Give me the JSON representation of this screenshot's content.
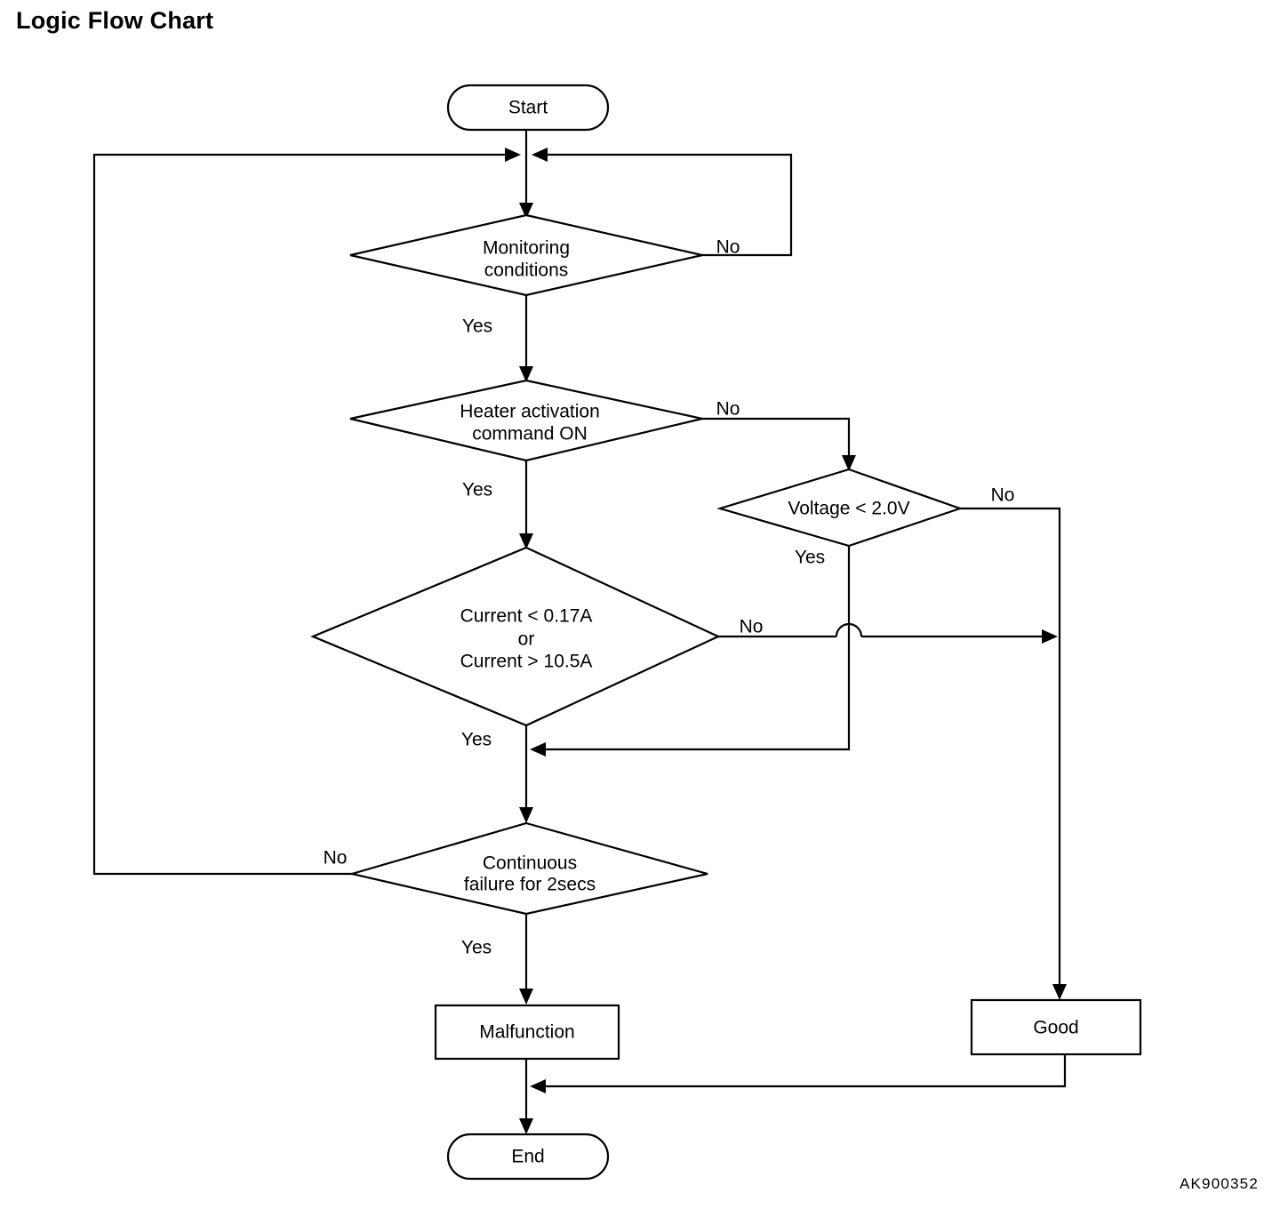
{
  "page": {
    "title": "Logic Flow Chart",
    "figure_id": "AK900352",
    "background_color": "#ffffff",
    "line_color": "#000000"
  },
  "chart_data": {
    "type": "diagram",
    "diagram_kind": "flowchart",
    "title": "Logic Flow Chart",
    "nodes": [
      {
        "id": "start",
        "shape": "terminator",
        "label": "Start"
      },
      {
        "id": "monitoring",
        "shape": "decision",
        "label": "Monitoring conditions",
        "lines": [
          "Monitoring",
          "conditions"
        ]
      },
      {
        "id": "heater",
        "shape": "decision",
        "label": "Heater activation command ON",
        "lines": [
          "Heater activation",
          "command ON"
        ]
      },
      {
        "id": "voltage",
        "shape": "decision",
        "label": "Voltage < 2.0V",
        "lines": [
          "Voltage < 2.0V"
        ]
      },
      {
        "id": "current",
        "shape": "decision",
        "label": "Current < 0.17A or Current > 10.5A",
        "lines": [
          "Current < 0.17A",
          "or",
          "Current > 10.5A"
        ]
      },
      {
        "id": "continuous",
        "shape": "decision",
        "label": "Continuous failure for 2secs",
        "lines": [
          "Continuous",
          "failure for 2secs"
        ]
      },
      {
        "id": "malfunction",
        "shape": "process",
        "label": "Malfunction"
      },
      {
        "id": "good",
        "shape": "process",
        "label": "Good"
      },
      {
        "id": "end",
        "shape": "terminator",
        "label": "End"
      }
    ],
    "edges": [
      {
        "from": "start",
        "to": "monitoring",
        "label": ""
      },
      {
        "from": "monitoring",
        "to": "monitoring",
        "label": "No",
        "note": "loops back above the monitoring decision"
      },
      {
        "from": "monitoring",
        "to": "heater",
        "label": "Yes"
      },
      {
        "from": "heater",
        "to": "voltage",
        "label": "No"
      },
      {
        "from": "heater",
        "to": "current",
        "label": "Yes"
      },
      {
        "from": "voltage",
        "to": "good",
        "label": "No"
      },
      {
        "from": "voltage",
        "to": "continuous",
        "label": "Yes"
      },
      {
        "from": "current",
        "to": "good",
        "label": "No"
      },
      {
        "from": "current",
        "to": "continuous",
        "label": "Yes"
      },
      {
        "from": "continuous",
        "to": "monitoring",
        "label": "No",
        "note": "loops back above the monitoring decision"
      },
      {
        "from": "continuous",
        "to": "malfunction",
        "label": "Yes"
      },
      {
        "from": "malfunction",
        "to": "end",
        "label": ""
      },
      {
        "from": "good",
        "to": "end",
        "label": ""
      }
    ],
    "edge_labels": {
      "monitoring_no": "No",
      "monitoring_yes": "Yes",
      "heater_no": "No",
      "heater_yes": "Yes",
      "voltage_no": "No",
      "voltage_yes": "Yes",
      "current_no": "No",
      "current_yes": "Yes",
      "continuous_no": "No",
      "continuous_yes": "Yes"
    }
  }
}
